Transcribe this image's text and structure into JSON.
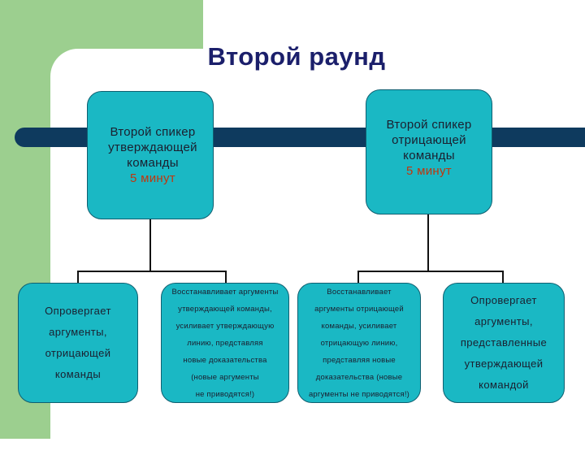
{
  "title": "Второй раунд",
  "speakers": [
    {
      "lines": [
        "Второй спикер",
        "утверждающей",
        "команды"
      ],
      "time": "5 минут"
    },
    {
      "lines": [
        "Второй спикер",
        "отрицающей",
        "команды"
      ],
      "time": "5 минут"
    }
  ],
  "tasks": [
    {
      "lines": [
        "Опровергает",
        "аргументы,",
        "отрицающей",
        "команды"
      ]
    },
    {
      "lines": [
        "Восстанавливает аргументы",
        "утверждающей команды,",
        "усиливает утверждающую",
        "линию, представляя",
        "новые доказательства",
        "(новые аргументы",
        "не приводятся!)"
      ]
    },
    {
      "lines": [
        "Восстанавливает",
        "аргументы отрицающей",
        "команды, усиливает",
        "отрицающую линию,",
        "представляя новые",
        "доказательства (новые",
        "аргументы не приводятся!)"
      ]
    },
    {
      "lines": [
        "Опровергает",
        "аргументы,",
        "представленные",
        "утверждающей",
        "командой"
      ]
    }
  ],
  "colors": {
    "box_fill": "#1ab8c4",
    "title": "#1b1f6b",
    "time": "#c0360d",
    "navy_bar": "#0e3a5e",
    "green_band": "#9ccf8f"
  }
}
